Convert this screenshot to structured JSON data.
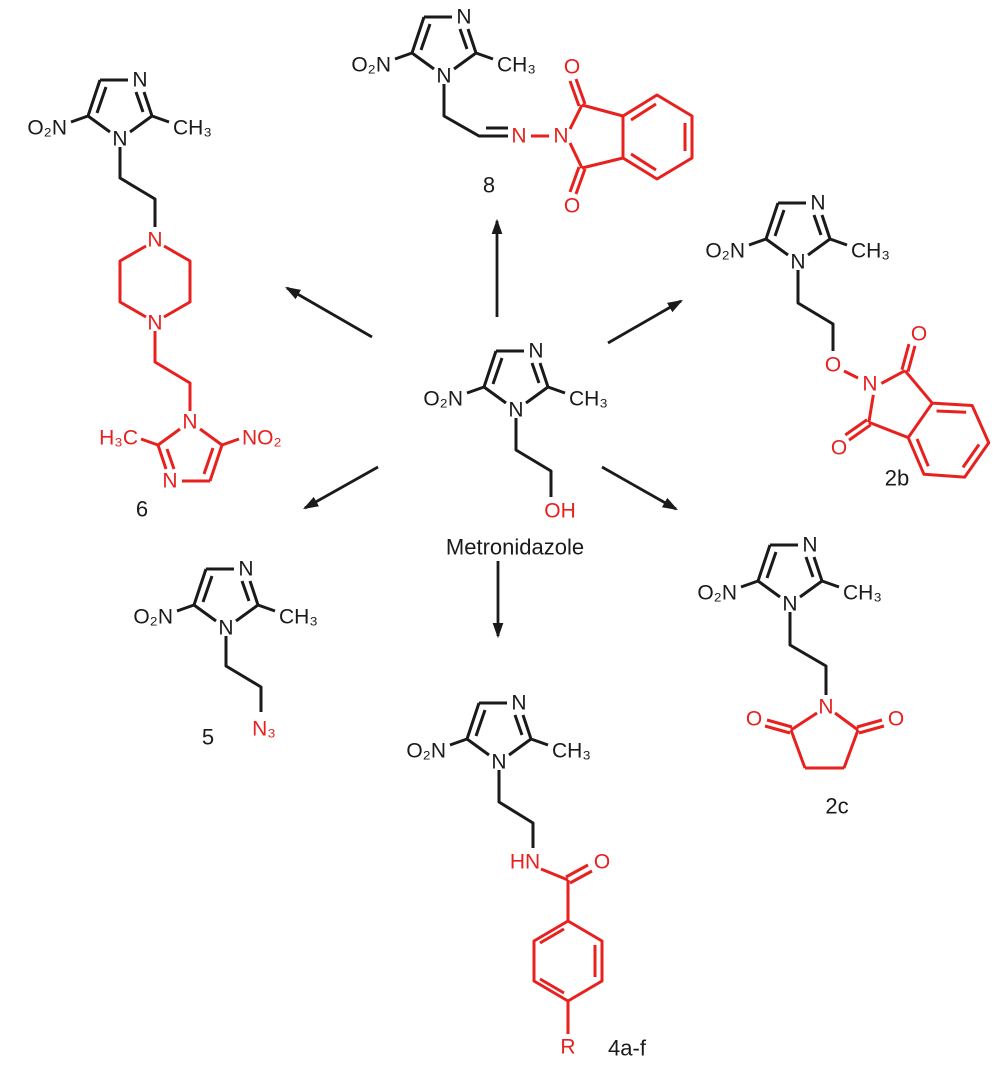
{
  "colors": {
    "black": "#1a1a1a",
    "red": "#e8201e",
    "background": "#ffffff"
  },
  "atoms": {
    "n": "N",
    "nitro": "O₂N",
    "nitro_reversed": "NO₂",
    "methyl": "CH₃",
    "methyl_reversed": "H₃C",
    "hydroxyl": "OH",
    "oxygen": "O",
    "amide": "HN",
    "azide": "N₃",
    "r_group": "R"
  },
  "compounds": {
    "metronidazole": {
      "label": "Metronidazole"
    },
    "c8": {
      "label": "8"
    },
    "c2b": {
      "label": "2b"
    },
    "c2c": {
      "label": "2c"
    },
    "c4af": {
      "label": "4a-f"
    },
    "c5": {
      "label": "5"
    },
    "c6": {
      "label": "6"
    }
  }
}
